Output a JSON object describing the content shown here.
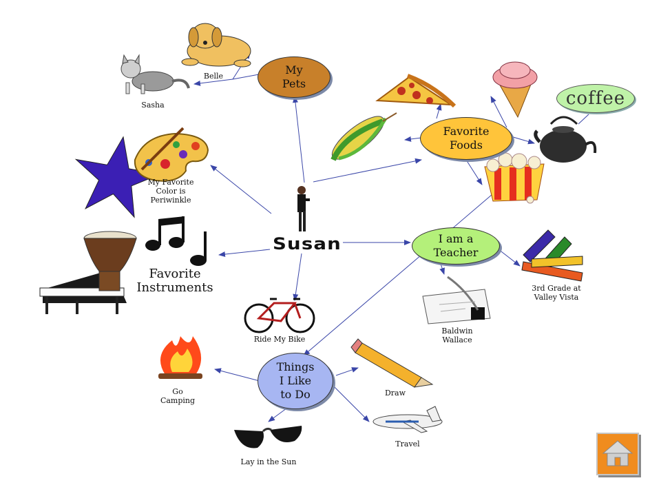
{
  "center": {
    "name": "Susan"
  },
  "nodes": {
    "pets": "My\nPets",
    "foods": "Favorite\nFoods",
    "teacher": "I am a\nTeacher",
    "things": "Things\nI Like\nto Do"
  },
  "colors": {
    "pets": "#c8802a",
    "foods": "#ffc43a",
    "teacher": "#b4f07a",
    "things": "#a7b6f2",
    "arrow": "#3a46a8",
    "home_button": "#f08c1e"
  },
  "labels": {
    "belle": "Belle",
    "sasha": "Sasha",
    "color": "My Favorite\nColor is\nPeriwinkle",
    "instruments": "Favorite\nInstruments",
    "bike": "Ride My Bike",
    "camping": "Go\nCamping",
    "sun": "Lay in the Sun",
    "draw": "Draw",
    "travel": "Travel",
    "baldwin": "Baldwin\nWallace",
    "grade": "3rd Grade at\nValley Vista",
    "coffee": "coffee"
  },
  "icons": [
    "dog-icon",
    "cat-icon",
    "pizza-icon",
    "corn-icon",
    "ice-cream-icon",
    "teapot-icon",
    "popcorn-icon",
    "palette-icon",
    "star-icon",
    "music-notes-icon",
    "drum-icon",
    "piano-icon",
    "bicycle-icon",
    "campfire-icon",
    "sunglasses-icon",
    "pencil-icon",
    "airplane-icon",
    "scroll-quill-icon",
    "crayons-icon",
    "woman-icon",
    "home-icon"
  ]
}
